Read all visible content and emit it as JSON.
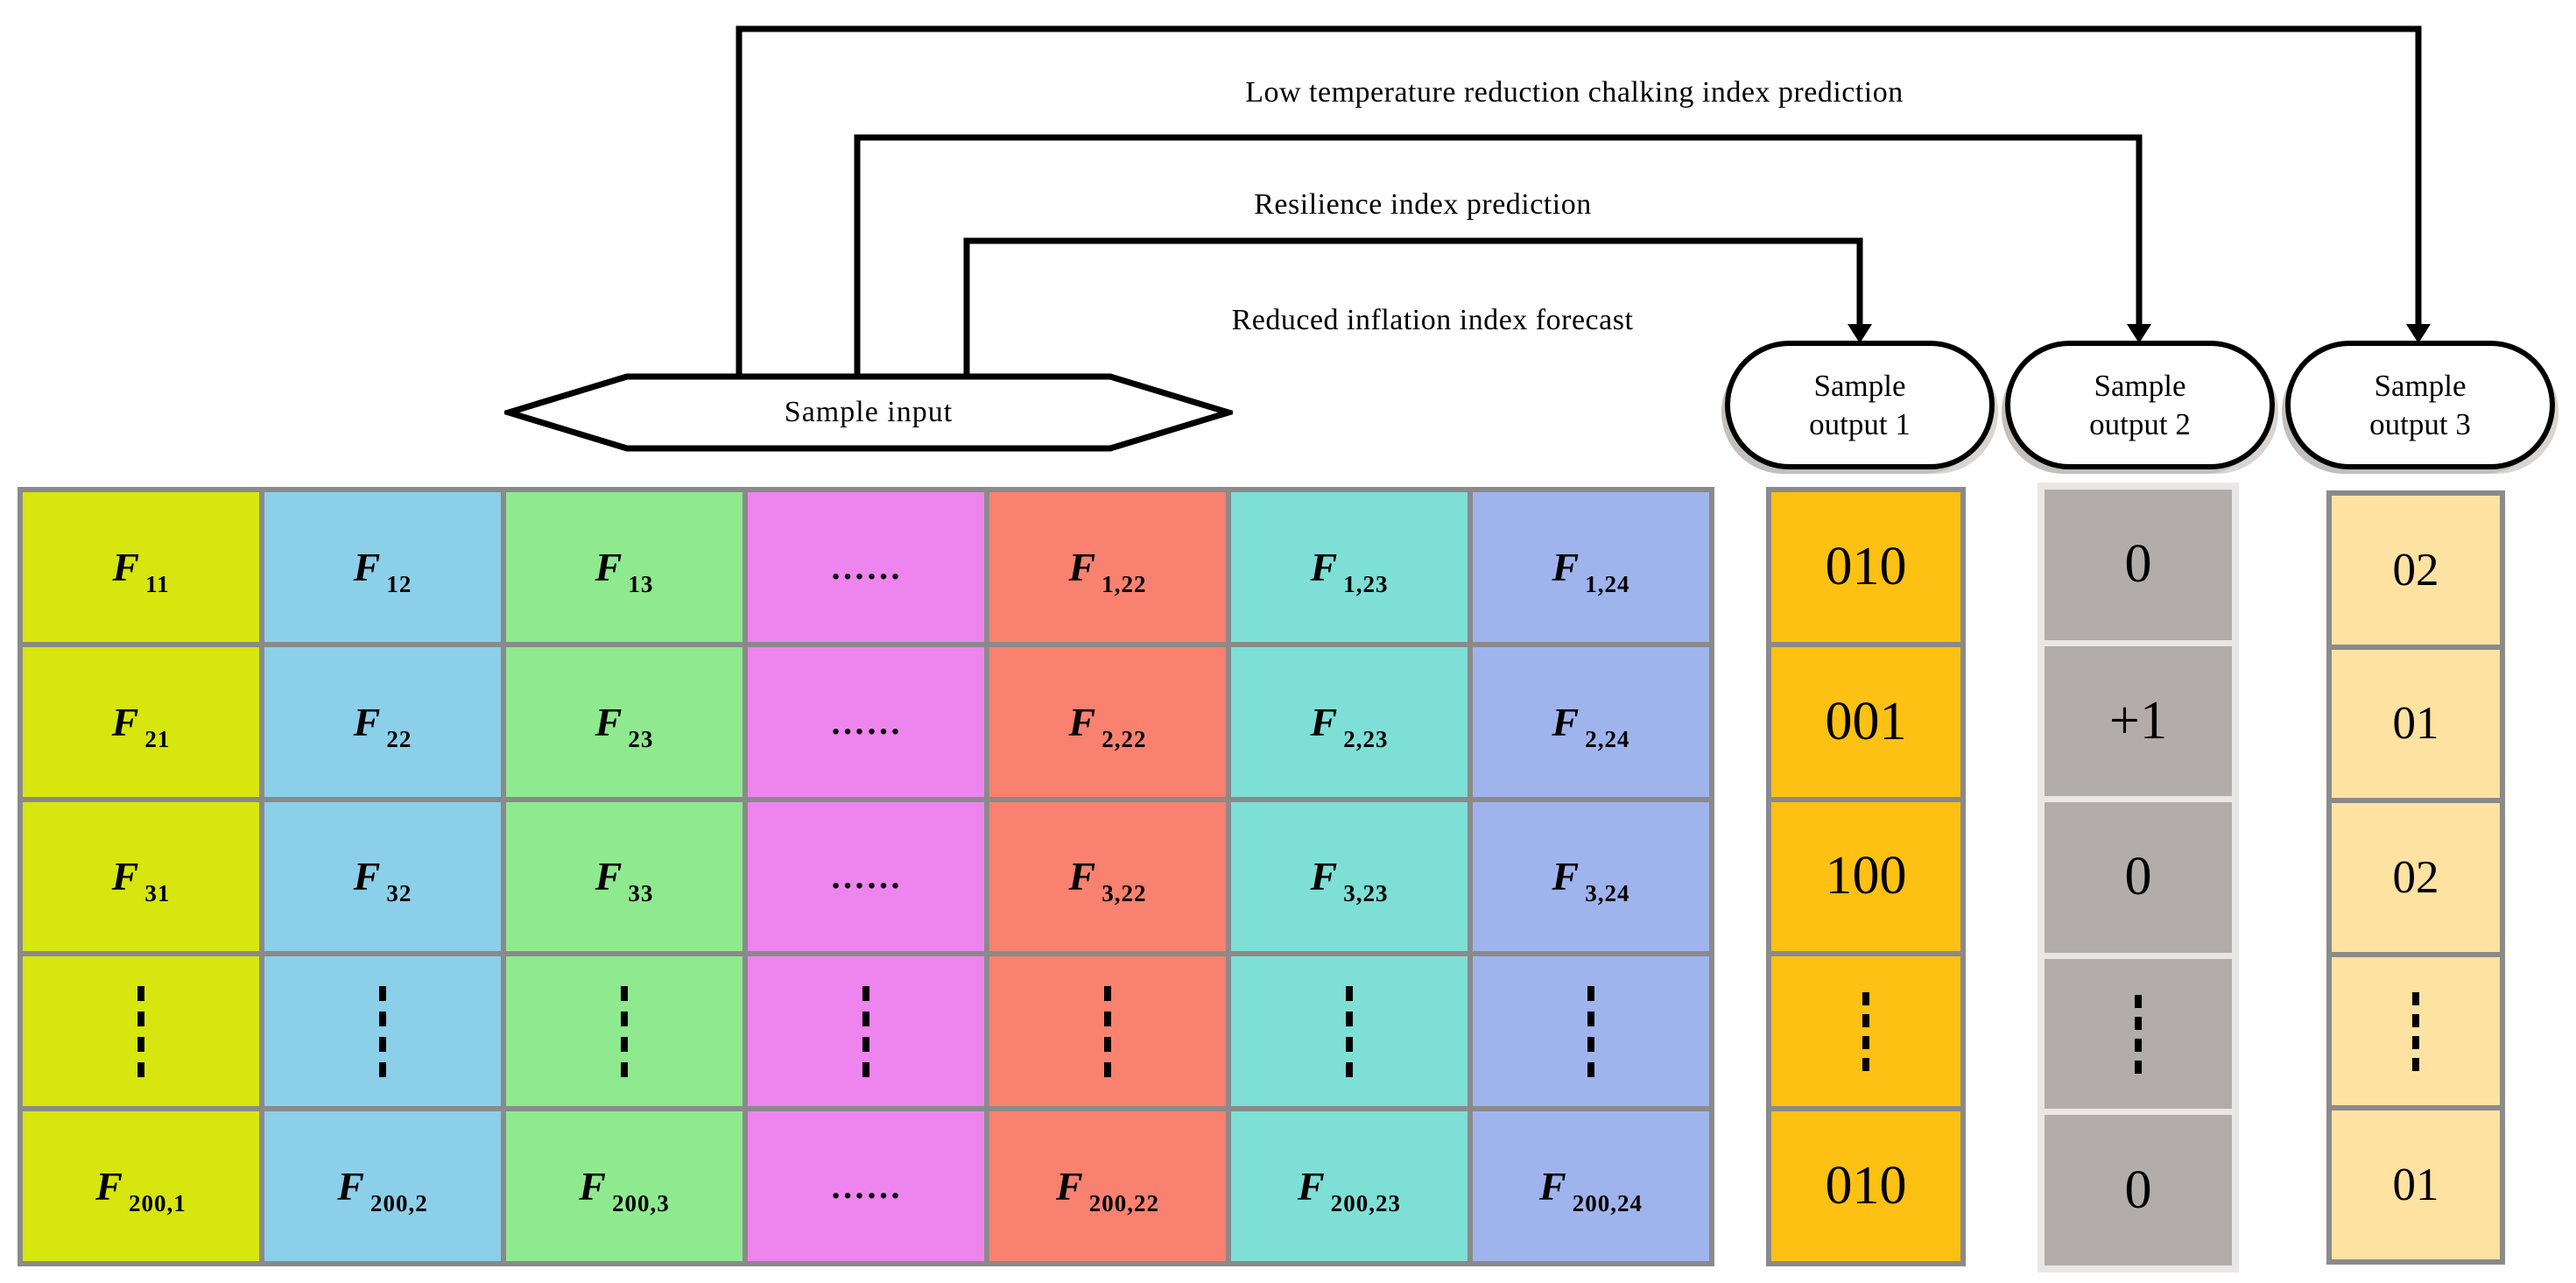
{
  "diagram": {
    "flow_labels": [
      "Low temperature reduction chalking index prediction",
      "Resilience index prediction",
      "Reduced inflation index forecast"
    ],
    "input_shape": {
      "label": "Sample input"
    },
    "output_shapes": [
      {
        "label": "Sample output 1"
      },
      {
        "label": "Sample output 2"
      },
      {
        "label": "Sample output 3"
      }
    ]
  },
  "matrix": {
    "grid_color": "#8a8a8a",
    "column_colors": [
      "#d6e60e",
      "#8ccfe8",
      "#8fe98f",
      "#ee84ee",
      "#f9816f",
      "#7edfd6",
      "#9fb4ec"
    ],
    "rows": [
      [
        "F 11",
        "F 12",
        "F 13",
        "……",
        "F 1,22",
        "F 1,23",
        "F 1,24"
      ],
      [
        "F 21",
        "F 22",
        "F 23",
        "……",
        "F 2,22",
        "F 2,23",
        "F 2,24"
      ],
      [
        "F 31",
        "F 32",
        "F 33",
        "……",
        "F 3,22",
        "F 3,23",
        "F 3,24"
      ],
      [
        "⋮",
        "⋮",
        "⋮",
        "⋮",
        "⋮",
        "⋮",
        "⋮"
      ],
      [
        "F 200,1",
        "F 200,2",
        "F 200,3",
        "……",
        "F 200,22",
        "F 200,23",
        "F 200,24"
      ]
    ]
  },
  "outputs": [
    {
      "name": "output-1",
      "cell_color": "#fdc113",
      "frame_color": "#8a8a8a",
      "values": [
        "010",
        "001",
        "100",
        "⋮",
        "010"
      ]
    },
    {
      "name": "output-2",
      "cell_color": "#b2acaa",
      "frame_color": "#e9e7e5",
      "values": [
        "0",
        "+1",
        "0",
        "⋮",
        "0"
      ]
    },
    {
      "name": "output-3",
      "cell_color": "#fde2a2",
      "frame_color": "#8a8a8a",
      "values": [
        "02",
        "01",
        "02",
        "⋮",
        "01"
      ]
    }
  ]
}
